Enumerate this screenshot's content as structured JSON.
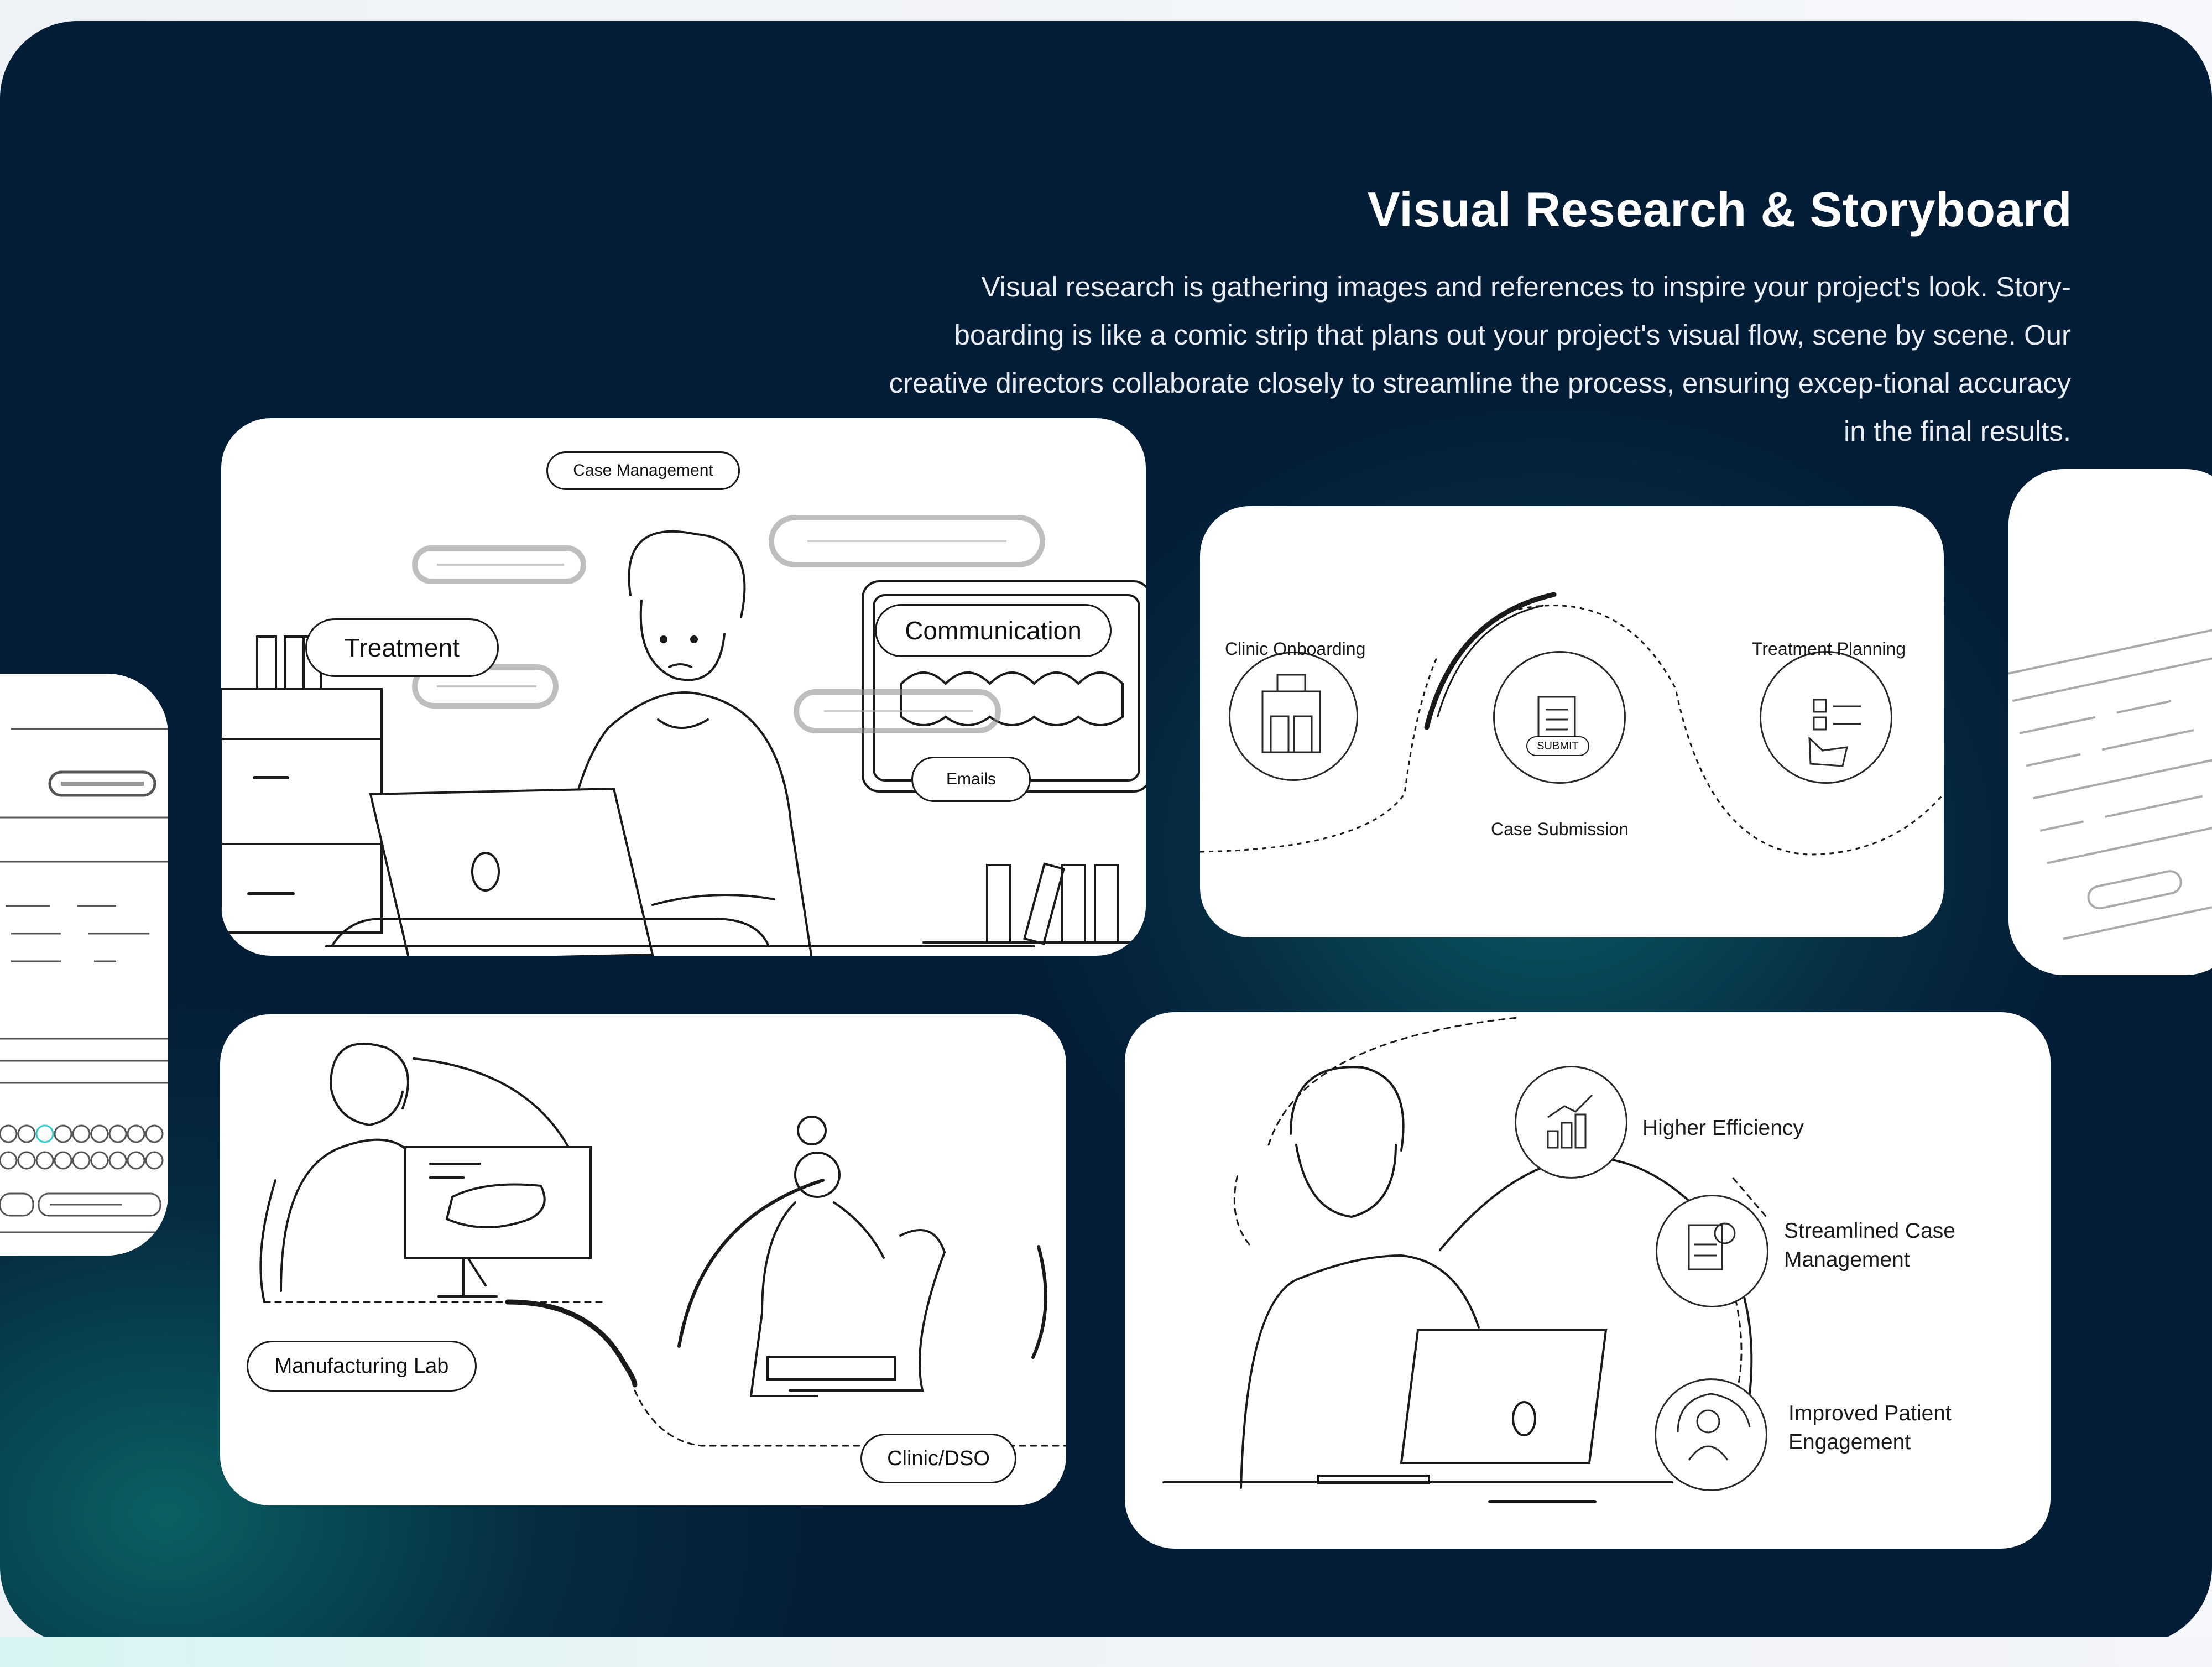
{
  "header": {
    "title": "Visual Research & Storyboard",
    "description": "Visual research is gathering images and references to inspire your project's look. Story-boarding is like a comic strip that plans out your project's visual flow, scene by scene. Our creative directors collaborate closely to streamline the process, ensuring excep-tional accuracy in the final results."
  },
  "card_office": {
    "case_management": "Case Management",
    "treatment": "Treatment",
    "communication": "Communication",
    "emails": "Emails"
  },
  "card_flow": {
    "clinic_onboarding": "Clinic Onboarding",
    "case_submission": "Case Submission",
    "treatment_planning": "Treatment Planning",
    "submit": "SUBMIT"
  },
  "card_lab": {
    "manufacturing_lab": "Manufacturing Lab",
    "clinic_dso": "Clinic/DSO"
  },
  "card_benefits": {
    "higher_efficiency": "Higher Efficiency",
    "streamlined_line1": "Streamlined Case",
    "streamlined_line2": "Management",
    "patient_line1": "Improved Patient",
    "patient_line2": "Engagement"
  }
}
